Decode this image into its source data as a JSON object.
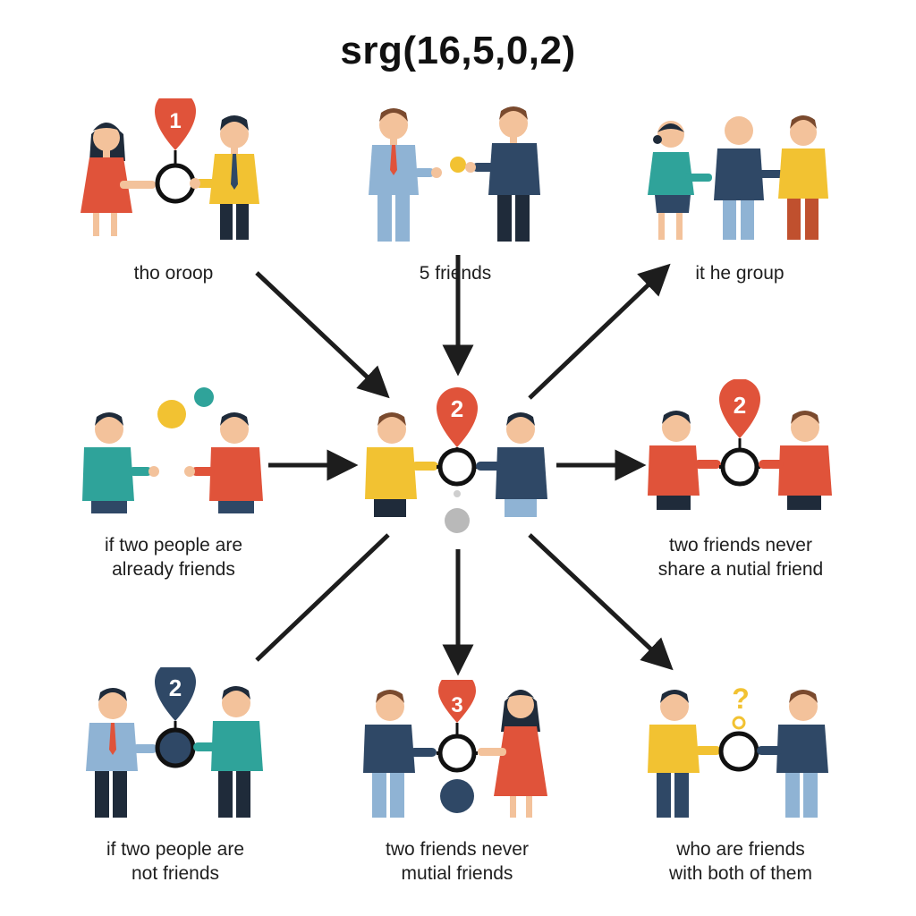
{
  "title": "srg(16,5,0,2)",
  "colors": {
    "orange": "#e0533a",
    "navy": "#2f4866",
    "teal": "#2fa39a",
    "yellow": "#f2c232",
    "skin": "#f3c29b",
    "hair": "#1f2b3a",
    "brown_hair": "#7a4a2e",
    "light_blue": "#8fb3d4",
    "gray": "#b9b9b9"
  },
  "panels": {
    "top_left": {
      "badge": "1",
      "caption": [
        "tho oroop"
      ]
    },
    "top_center": {
      "caption": [
        "5 friends"
      ]
    },
    "top_right": {
      "caption": [
        "it he group"
      ]
    },
    "middle_left": {
      "caption": [
        "if two people are",
        "already friends"
      ]
    },
    "center": {
      "badge": "2"
    },
    "middle_right": {
      "badge": "2",
      "caption": [
        "two friends never",
        "share a nutial friend"
      ]
    },
    "bottom_left": {
      "badge": "2",
      "caption": [
        "if two people are",
        "not friends"
      ]
    },
    "bottom_center": {
      "badge": "3",
      "caption": [
        "two friends never",
        "mutial friends"
      ]
    },
    "bottom_right": {
      "badge": "?",
      "caption": [
        "who are friends",
        "with both of them"
      ]
    }
  }
}
